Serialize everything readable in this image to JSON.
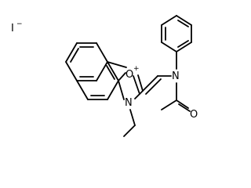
{
  "molecule": {
    "counterion": {
      "symbol": "I",
      "charge": "−"
    },
    "ring_oxygen": {
      "symbol": "O",
      "charge": "+"
    },
    "ring_nitrogen": {
      "symbol": "N"
    },
    "amide_nitrogen": {
      "symbol": "N"
    },
    "carbonyl_oxygen": {
      "symbol": "O"
    }
  }
}
